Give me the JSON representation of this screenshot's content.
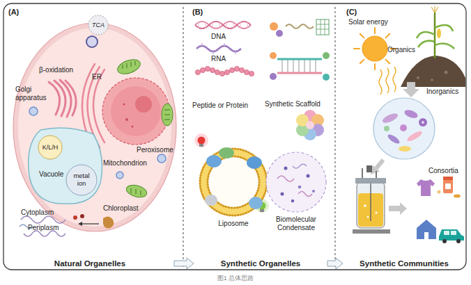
{
  "diagram": {
    "caption": "图1 总体思路",
    "nodes": [
      {
        "text": [
          "(A)",
          "Natural Organelles"
        ]
      },
      {
        "text": [
          "(B)",
          "Synthetic Organelles"
        ]
      },
      {
        "text": [
          "(C)",
          "Synthetic Communities"
        ]
      },
      {
        "text": [
          "TCA"
        ],
        "in": 0
      },
      {
        "text": [
          "Vacuole"
        ],
        "in": 0
      },
      {
        "text": [
          "K/L/H"
        ],
        "in": 4
      },
      {
        "text": [
          "metal ion"
        ],
        "in": 4
      },
      {
        "text": [
          "Liposome"
        ],
        "in": 1
      },
      {
        "text": [
          "Biomolecular Condensate"
        ],
        "in": 1
      },
      {
        "text": [
          "Consortia"
        ],
        "in": 2
      }
    ],
    "edges": [
      {
        "from": 0,
        "to": 1,
        "arrow": "to"
      },
      {
        "from": 1,
        "to": 2,
        "arrow": "to"
      }
    ],
    "labels": [
      "β-oxidation",
      "ER",
      "Golgi apparatus",
      "Peroxisome",
      "Mitochondrion",
      "Chloroplast",
      "Cytoplasm",
      "Periplasm",
      "DNA",
      "RNA",
      "Peptide or Protein",
      "Synthetic Scaffold",
      "Solar energy",
      "Organics",
      "Inorganics"
    ]
  }
}
